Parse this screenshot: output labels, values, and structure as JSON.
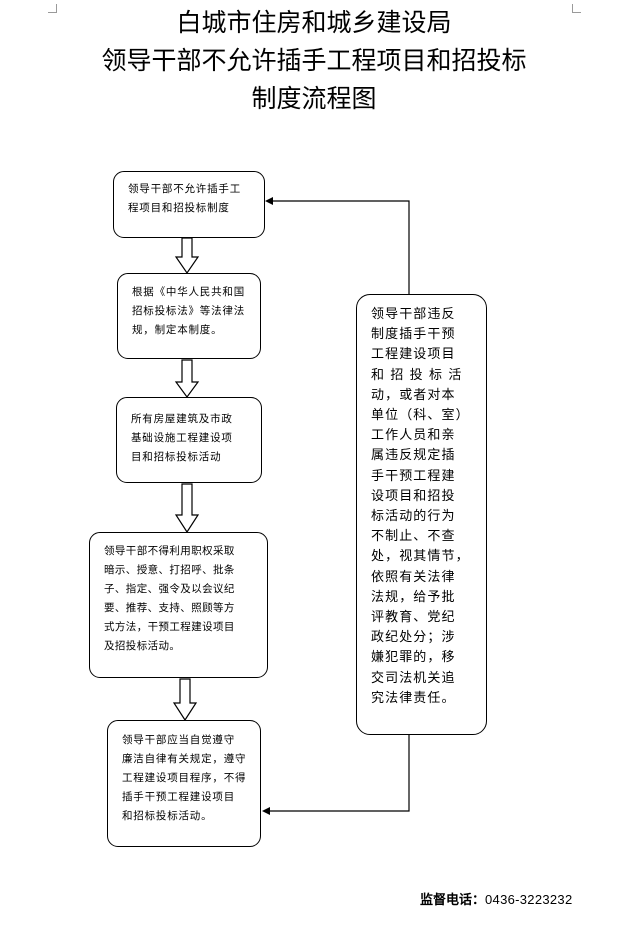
{
  "header": {
    "line1": "白城市住房和城乡建设局",
    "line2": "领导干部不允许插手工程项目和招投标",
    "line3": "制度流程图"
  },
  "flow": {
    "step1": "领导干部不允许插手工\n程项目和招投标制度",
    "step2": "根据《中华人民共和国\n招标投标法》等法律法\n规，制定本制度。",
    "step3": "所有房屋建筑及市政\n基础设施工程建设项\n目和招标投标活动",
    "step4": "领导干部不得利用职权采取\n暗示、授意、打招呼、批条\n子、指定、强令及以会议纪\n要、推荐、支持、照顾等方\n式方法，干预工程建设项目\n及招投标活动。",
    "step5": "领导干部应当自觉遵守\n廉洁自律有关规定，遵守\n工程建设项目程序，不得\n插手干预工程建设项目\n和招标投标活动。",
    "side": "领导干部违反\n制度插手干预\n工程建设项目\n和 招 投 标 活\n动，或者对本\n单位（科、室）\n工作人员和亲\n属违反规定插\n手干预工程建\n设项目和招投\n标活动的行为\n不制止、不查\n处，视其情节，\n依照有关法律\n法规，给予批\n评教育、党纪\n政纪处分；涉\n嫌犯罪的，移\n交司法机关追\n究法律责任。"
  },
  "footer": {
    "label": "监督电话：",
    "phone": "0436-3223232"
  }
}
